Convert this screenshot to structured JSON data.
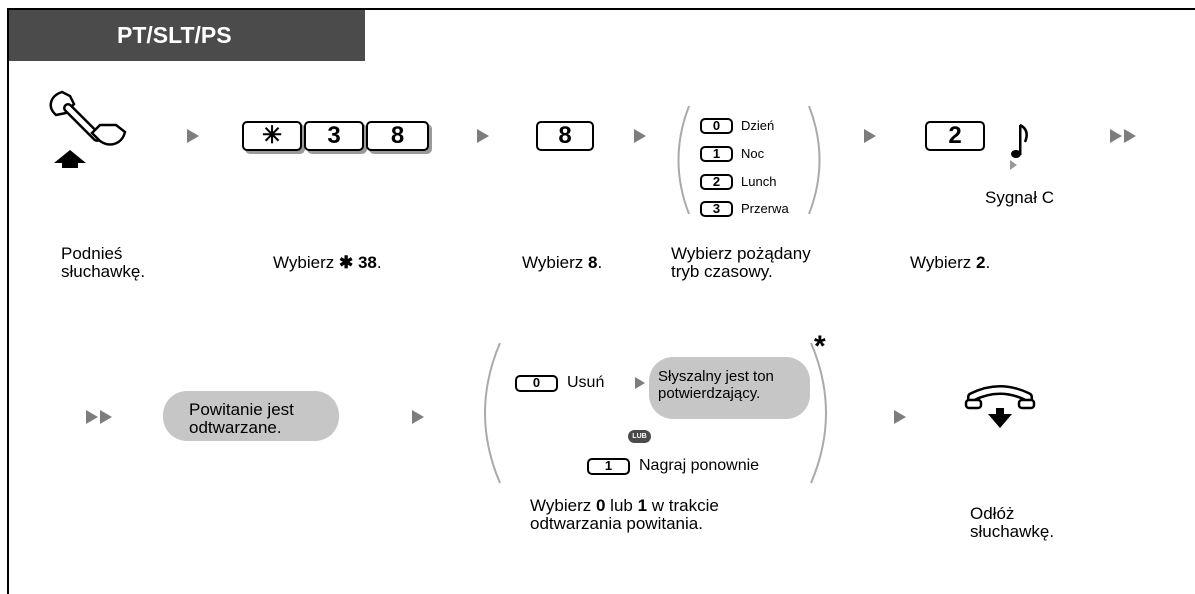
{
  "header": {
    "tab_title": "PT/SLT/PS"
  },
  "row1": {
    "step1_label": "Podnieś\nsłuchawkę.",
    "step2_keys": [
      "✳",
      "3",
      "8"
    ],
    "step2_label_prefix": "Wybierz ",
    "step2_label_star": "✱",
    "step2_label_code": " 38",
    "step2_label_suffix": ".",
    "step3_key": "8",
    "step3_label_prefix": "Wybierz ",
    "step3_label_bold": "8",
    "step3_label_suffix": ".",
    "time_modes": [
      {
        "key": "0",
        "label": "Dzień"
      },
      {
        "key": "1",
        "label": "Noc"
      },
      {
        "key": "2",
        "label": "Lunch"
      },
      {
        "key": "3",
        "label": "Przerwa"
      }
    ],
    "step4_label": "Wybierz pożądany\ntryb czasowy.",
    "step5_key": "2",
    "step5_label_prefix": "Wybierz ",
    "step5_label_bold": "2",
    "step5_label_suffix": ".",
    "tone_label": "Sygnał C"
  },
  "row2": {
    "greeting_bubble": "Powitanie jest\nodtwarzane.",
    "option_delete_key": "0",
    "option_delete_label": "Usuń",
    "confirm_bubble": "Słyszalny jest ton\npotwierdzający.",
    "or_badge": "LUB",
    "option_rerecord_key": "1",
    "option_rerecord_label": "Nagraj ponownie",
    "asterisk": "*",
    "select_label_prefix": "Wybierz ",
    "select_label_b1": "0",
    "select_label_mid": " lub ",
    "select_label_b2": "1",
    "select_label_suffix": " w trakcie\nodtwarzania powitania.",
    "hangup_label": "Odłóż\nsłuchawkę."
  },
  "colors": {
    "tab_bg": "#4b4b4b",
    "bubble_bg": "#c6c6c6",
    "arrow": "#7d7d7d",
    "key_shadow": "#9a9a9a"
  }
}
